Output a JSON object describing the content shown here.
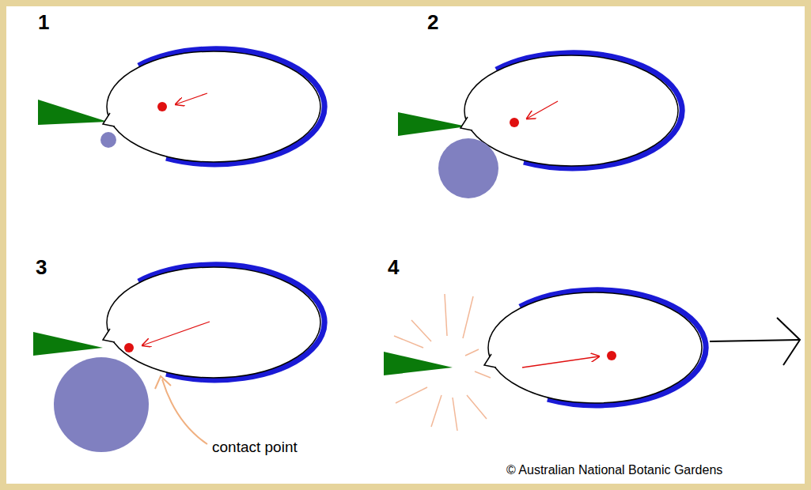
{
  "diagram": {
    "labels": [
      "1",
      "2",
      "3",
      "contact point",
      "4",
      "© Australian National Botanic Gardens"
    ]
  }
}
